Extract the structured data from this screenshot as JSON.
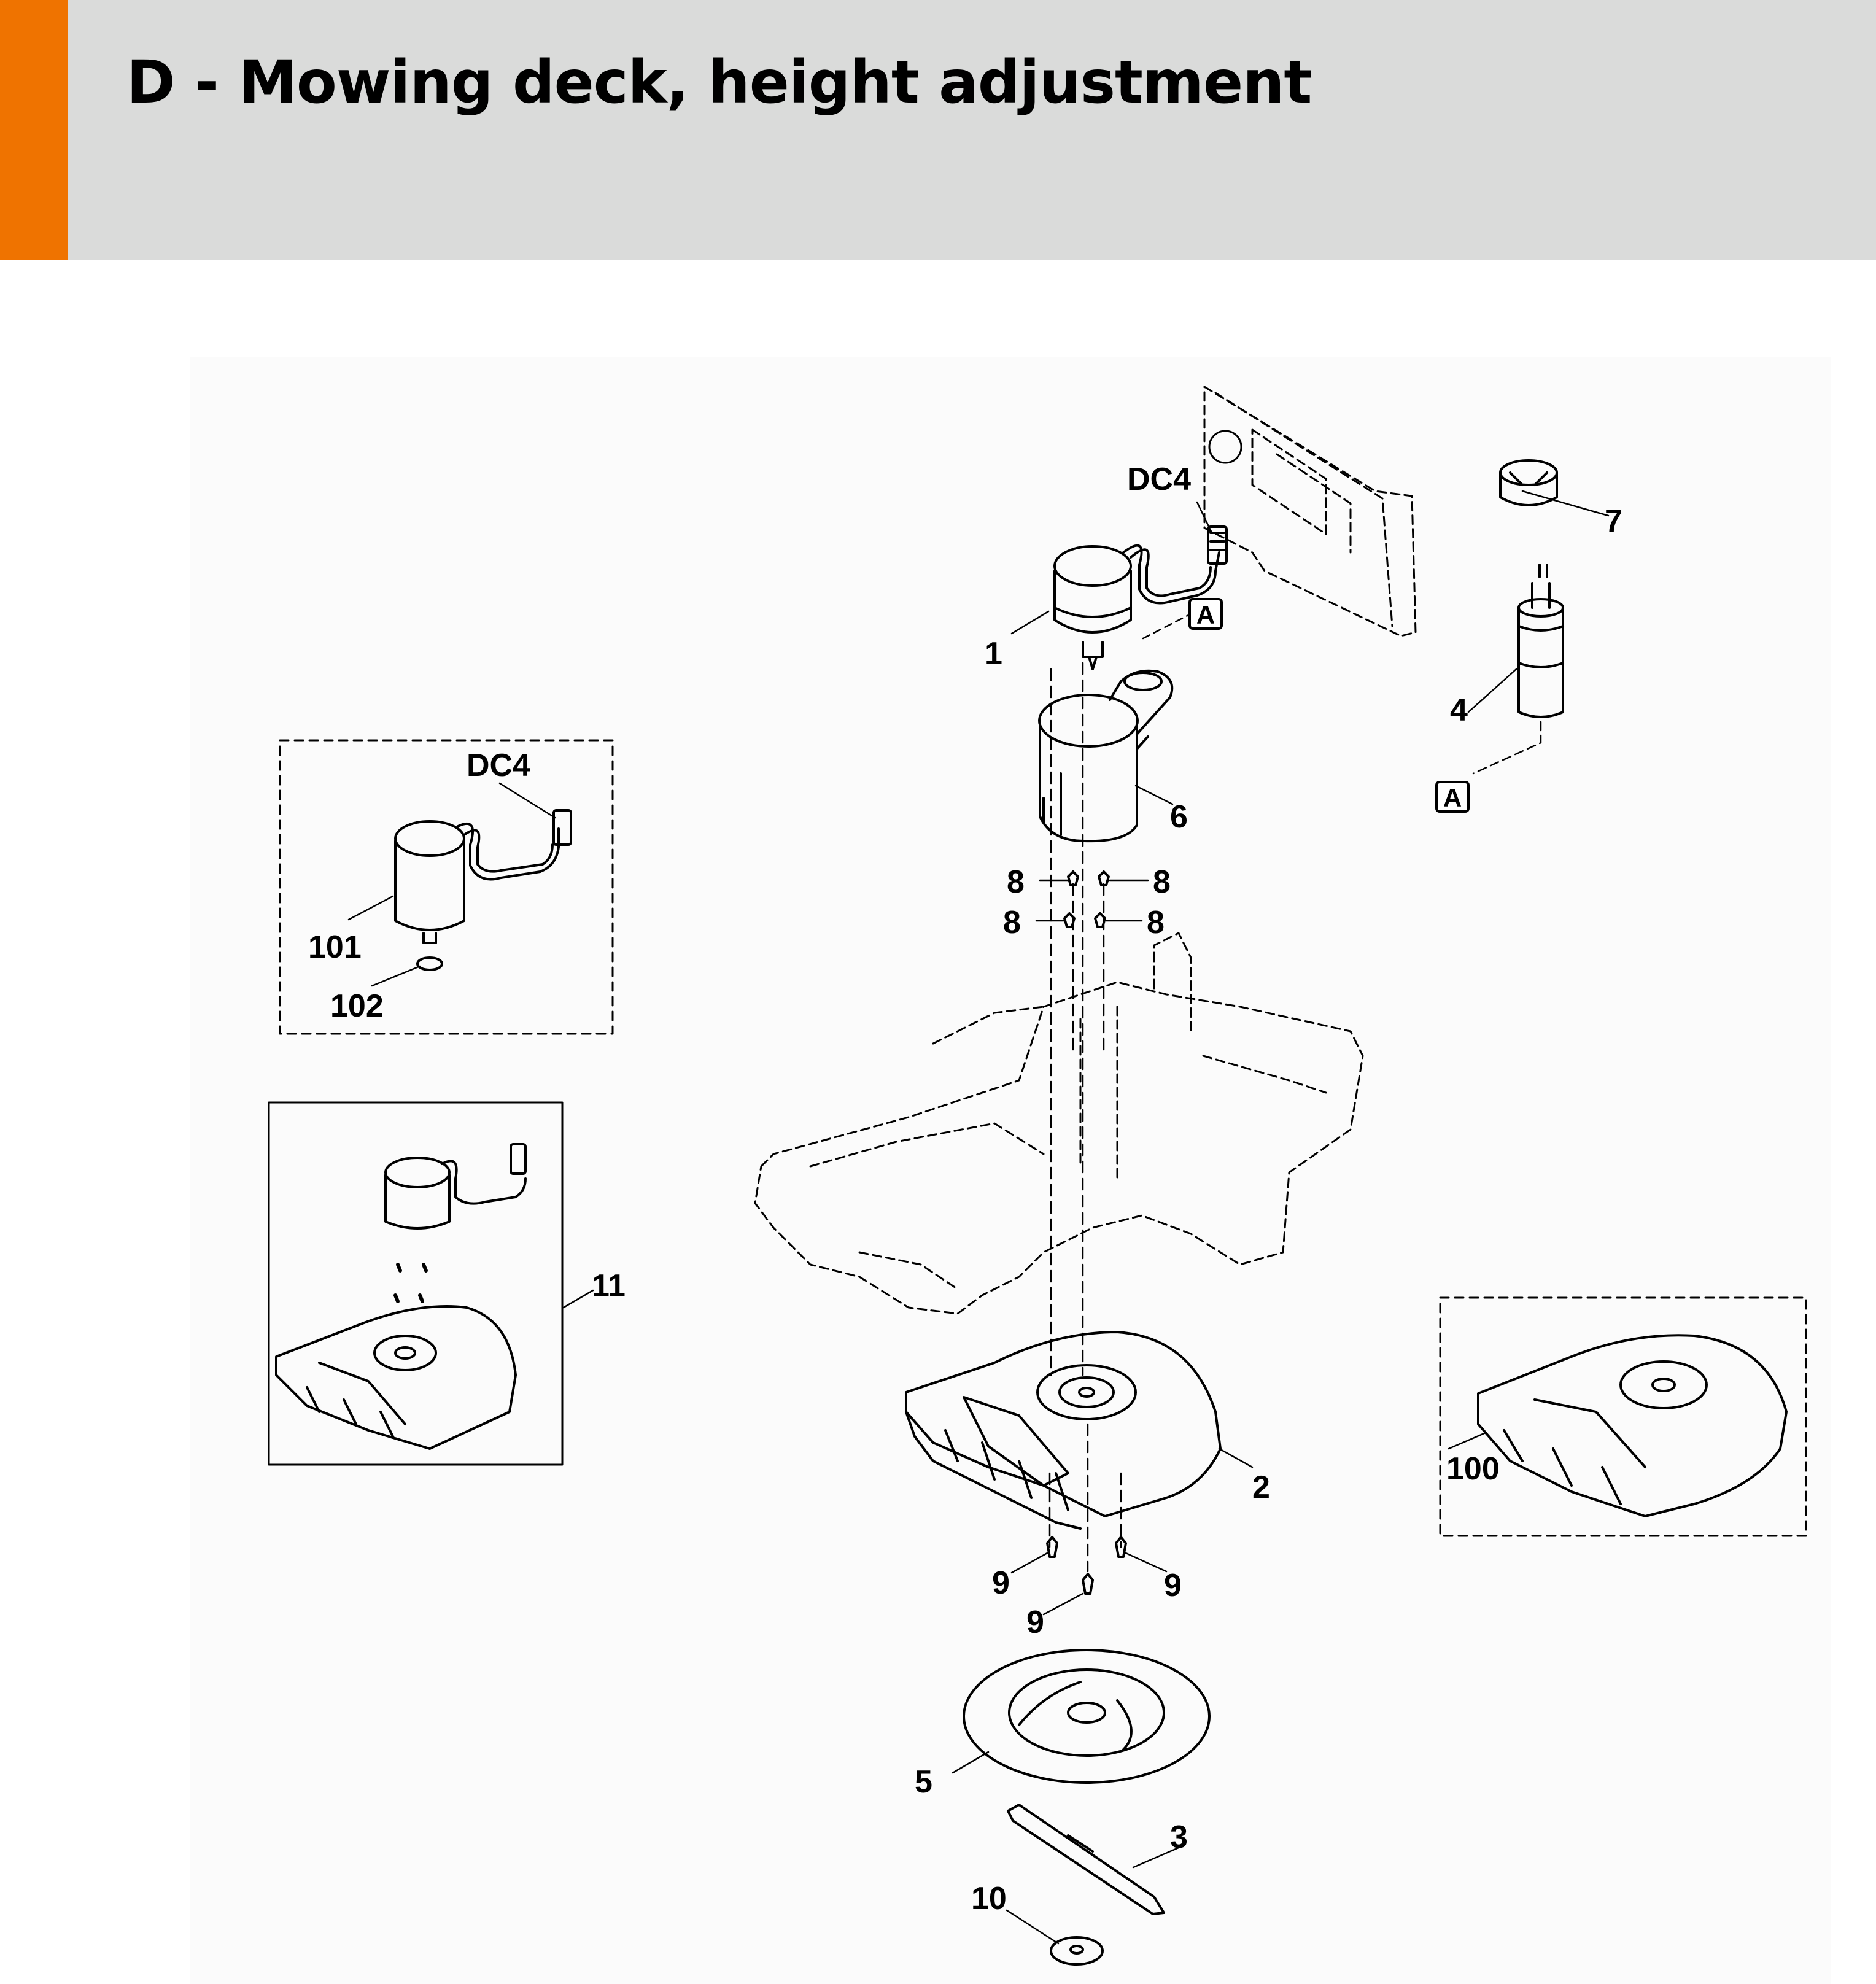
{
  "page": {
    "title": "D - Mowing deck, height adjustment",
    "accent_color": "#ef7300",
    "header_color": "#dadbda"
  },
  "diagram": {
    "callouts": {
      "c1": "1",
      "c2": "2",
      "c3": "3",
      "c4": "4",
      "c5": "5",
      "c6": "6",
      "c7": "7",
      "c8a": "8",
      "c8b": "8",
      "c8c": "8",
      "c8d": "8",
      "c9a": "9",
      "c9b": "9",
      "c9c": "9",
      "c10": "10",
      "c11": "11",
      "c100": "100",
      "c101": "101",
      "c102": "102",
      "dc4_main": "DC4",
      "dc4_inset": "DC4",
      "ref_a1": "A",
      "ref_a2": "A"
    }
  }
}
